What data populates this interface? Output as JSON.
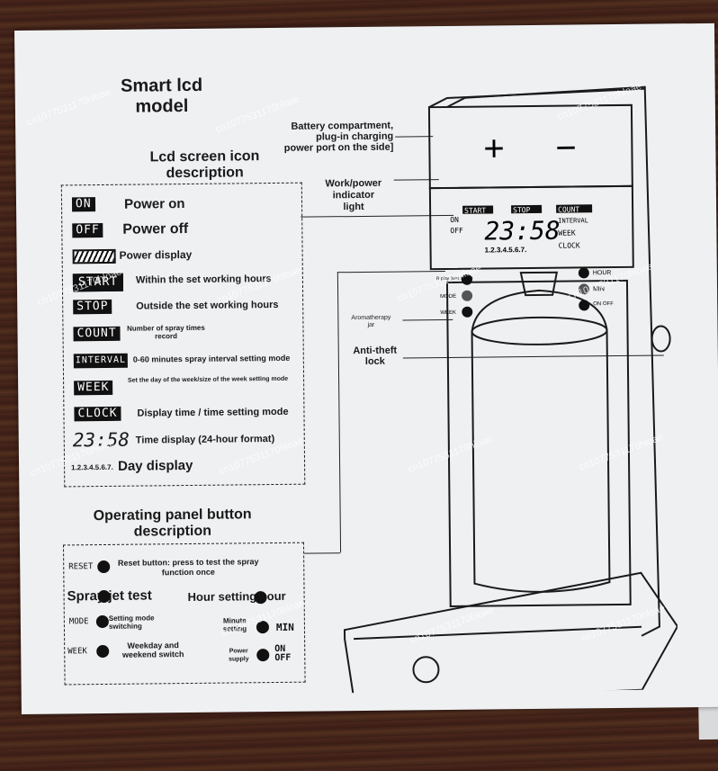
{
  "title": "Smart lcd\nmodel",
  "lcd_section_title": "Lcd screen icon\ndescription",
  "lcd_icons": [
    {
      "icon": "ON",
      "label": "Power on"
    },
    {
      "icon": "OFF",
      "label": "Power off"
    },
    {
      "icon": "battery",
      "label": "Power display"
    },
    {
      "icon": "START",
      "label": "Within the set working hours"
    },
    {
      "icon": "STOP",
      "label": "Outside the set working hours"
    },
    {
      "icon": "COUNT",
      "label": "Number of spray times record"
    },
    {
      "icon": "INTERVAL",
      "label": "0-60 minutes spray interval setting mode"
    },
    {
      "icon": "WEEK",
      "label": "Set the day of the week/size of the week setting mode"
    },
    {
      "icon": "CLOCK",
      "label": "Display time / time setting mode"
    },
    {
      "icon": "23:58",
      "label": "Time display (24-hour format)"
    },
    {
      "icon": "1.2.3.4.5.6.7.",
      "label": "Day display"
    }
  ],
  "panel_section_title": "Operating panel button\ndescription",
  "panel_buttons": {
    "reset": {
      "key": "RESET",
      "label": "Reset button: press to test the spray function once"
    },
    "spray": {
      "label": "Spray jet test"
    },
    "hour": {
      "label": "Hour setting hour"
    },
    "mode": {
      "key": "MODE",
      "label": "Setting mode switching"
    },
    "minute": {
      "label": "Minute setting",
      "key": "MIN"
    },
    "week": {
      "key": "WEEK",
      "label": "Weekday and weekend switch"
    },
    "power": {
      "label": "Power supply",
      "key": "ON OFF"
    }
  },
  "callouts": {
    "battery": "Battery compartment,\nplug-in charging\npower port on the side]",
    "indicator": "Work/power\nindicator\nlight",
    "jar": "Aromatherapy\njar",
    "lock": "Anti-theft\nlock"
  },
  "device": {
    "plus": "+",
    "minus": "−",
    "lcd_top": [
      "START",
      "STOP",
      "COUNT"
    ],
    "lcd_left": [
      "ON",
      "OFF"
    ],
    "lcd_right": [
      "INTERVAL",
      "WEEK",
      "CLOCK"
    ],
    "time": "23:58",
    "days": "1.2.3.4.5.6.7.",
    "left_buttons": [
      "R play\n(test spray)",
      "MODE",
      "WEEK"
    ],
    "right_buttons": [
      "HOUR",
      "MIN",
      "ON\nOFF"
    ]
  },
  "watermark": "cn1077531170hloae"
}
